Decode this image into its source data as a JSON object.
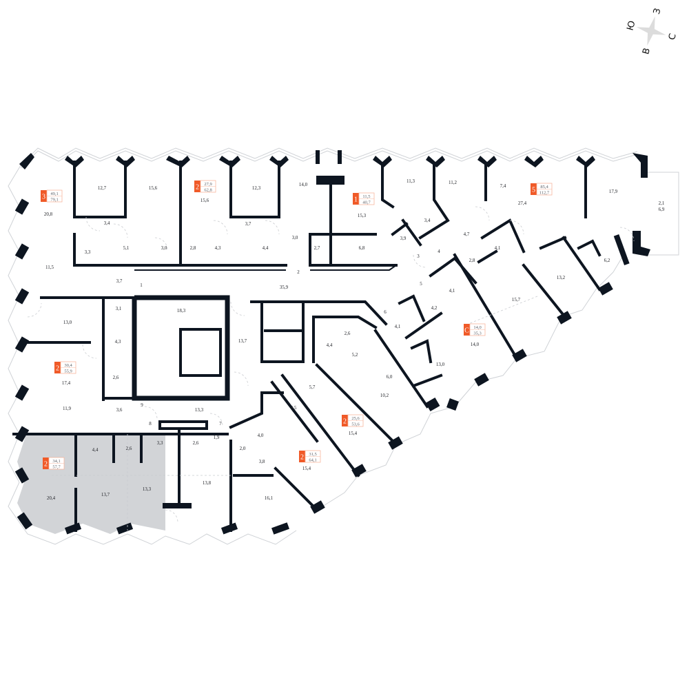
{
  "colors": {
    "accent": "#f05a28",
    "wall": "#0d1520",
    "selected_apartment": "#d2d4d7"
  },
  "compass": {
    "north": "С",
    "east": "В",
    "south": "Ю",
    "west": "З"
  },
  "apartments": [
    {
      "rooms": "3",
      "living": "49,1",
      "total": "79,1"
    },
    {
      "rooms": "2",
      "living": "27,9",
      "total": "62,8"
    },
    {
      "rooms": "1",
      "living": "11,5",
      "total": "40,7"
    },
    {
      "rooms": "5",
      "living": "85,4",
      "total": "112,7"
    },
    {
      "rooms": "С",
      "living": "14,0",
      "total": "35,3"
    },
    {
      "rooms": "2",
      "living": "30,4",
      "total": "55,9"
    },
    {
      "rooms": "2",
      "living": "25,6",
      "total": "53,6"
    },
    {
      "rooms": "2",
      "living": "31,5",
      "total": "64,1"
    },
    {
      "rooms": "2",
      "living": "34,1",
      "total": "57,7",
      "selected": true
    }
  ],
  "rooms": [
    "20,8",
    "12,7",
    "15,6",
    "3,4",
    "3,3",
    "5,1",
    "3,0",
    "2,8",
    "11,5",
    "3,7",
    "1",
    "15,6",
    "12,3",
    "3,7",
    "4,3",
    "4,4",
    "14,0",
    "3,0",
    "2",
    "35,9",
    "2,7",
    "6,8",
    "15,3",
    "3,9",
    "11,3",
    "3,4",
    "11,2",
    "7,4",
    "27,4",
    "17,9",
    "2,1",
    "6,9",
    "4,7",
    "3",
    "4",
    "2,8",
    "4,1",
    "6,2",
    "13,2",
    "5",
    "4,1",
    "4,2",
    "15,7",
    "14,0",
    "6",
    "4,1",
    "13,0",
    "2,6",
    "4,4",
    "5,2",
    "6,0",
    "10,2",
    "5,7",
    "4,5",
    "15,4",
    "15,4",
    "13,0",
    "3,1",
    "18,3",
    "4,3",
    "13,7",
    "2,6",
    "17,4",
    "11,9",
    "3,6",
    "9",
    "13,3",
    "8",
    "7",
    "4,4",
    "2,6",
    "3,3",
    "1,9",
    "2,6",
    "2,0",
    "4,0",
    "3,8",
    "20,4",
    "13,7",
    "13,3",
    "13,8",
    "16,1"
  ]
}
